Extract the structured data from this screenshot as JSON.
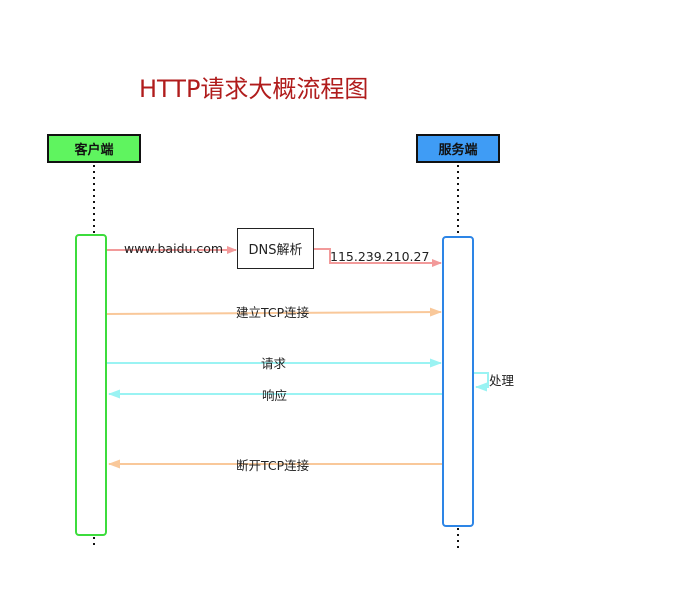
{
  "title": "HTTP请求大概流程图",
  "actors": {
    "client": "客户端",
    "server": "服务端"
  },
  "dns_box": "DNS解析",
  "messages": {
    "domain": "www.baidu.com",
    "ip": "115.239.210.27",
    "tcp_open": "建立TCP连接",
    "request": "请求",
    "process": "处理",
    "response": "响应",
    "tcp_close": "断开TCP连接"
  },
  "colors": {
    "title": "#b01c1c",
    "client_fill": "#5ff45f",
    "server_fill": "#3f9cf5",
    "client_activation": "#3cdc3c",
    "server_activation": "#2d85e6",
    "dns_arrow": "#f29a9a",
    "tcp_arrow": "#f9c89a",
    "http_arrow": "#9af3f3"
  }
}
